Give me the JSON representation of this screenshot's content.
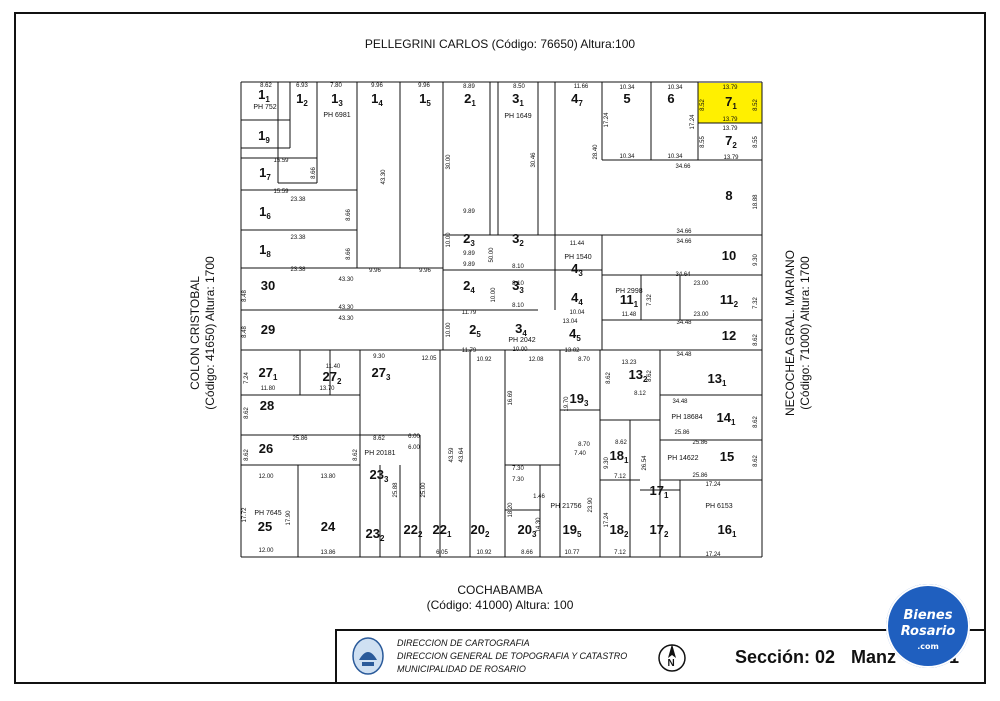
{
  "streets": {
    "top": "PELLEGRINI CARLOS (Código: 76650) Altura:100",
    "bottom_name": "COCHABAMBA",
    "bottom_code": "(Código: 41000) Altura: 100",
    "left_name": "COLON CRISTOBAL",
    "left_code": "(Código: 41650) Altura: 1700",
    "right_name": "NECOCHEA GRAL. MARIANO",
    "right_code": "(Código: 71000) Altura: 1700"
  },
  "footer": {
    "line1": "DIRECCION DE CARTOGRAFIA",
    "line2": "DIRECCION GENERAL DE TOPOGRAFIA Y CATASTRO",
    "line3": "MUNICIPALIDAD DE ROSARIO",
    "seccion": "Sección: 02",
    "manzana_label": "Manz",
    "manzana_value": "1"
  },
  "badge": {
    "line1": "Bienes",
    "line2": "Rosario",
    "line3": ".com"
  },
  "colors": {
    "highlight": "#fff000",
    "badge": "#1f5fbf",
    "line": "#111111"
  },
  "icons": {
    "seal": "municipal-seal-icon",
    "north": "north-arrow-icon"
  },
  "lots": [
    {
      "id": "l1_1",
      "num": "1",
      "sub": "1",
      "ph": "PH 752"
    },
    {
      "id": "l1_2",
      "num": "1",
      "sub": "2"
    },
    {
      "id": "l1_3",
      "num": "1",
      "sub": "3",
      "ph": "PH 6981"
    },
    {
      "id": "l1_4",
      "num": "1",
      "sub": "4"
    },
    {
      "id": "l1_5",
      "num": "1",
      "sub": "5"
    },
    {
      "id": "l2_1",
      "num": "2",
      "sub": "1"
    },
    {
      "id": "l3_1",
      "num": "3",
      "sub": "1",
      "ph": "PH 1649"
    },
    {
      "id": "l4_7",
      "num": "4",
      "sub": "7"
    },
    {
      "id": "l5",
      "num": "5",
      "sub": ""
    },
    {
      "id": "l6",
      "num": "6",
      "sub": ""
    },
    {
      "id": "l7_1",
      "num": "7",
      "sub": "1",
      "highlight": true
    },
    {
      "id": "l7_2",
      "num": "7",
      "sub": "2"
    },
    {
      "id": "l1_9",
      "num": "1",
      "sub": "9"
    },
    {
      "id": "l1_7",
      "num": "1",
      "sub": "7"
    },
    {
      "id": "l1_6",
      "num": "1",
      "sub": "6"
    },
    {
      "id": "l1_8",
      "num": "1",
      "sub": "8"
    },
    {
      "id": "l8",
      "num": "8",
      "sub": ""
    },
    {
      "id": "l10",
      "num": "10",
      "sub": ""
    },
    {
      "id": "l2_3",
      "num": "2",
      "sub": "3"
    },
    {
      "id": "l3_2",
      "num": "3",
      "sub": "2"
    },
    {
      "id": "l4_3",
      "num": "4",
      "sub": "3",
      "ph": "PH 1540"
    },
    {
      "id": "l2_4",
      "num": "2",
      "sub": "4"
    },
    {
      "id": "l3_3",
      "num": "3",
      "sub": "3"
    },
    {
      "id": "l4_4",
      "num": "4",
      "sub": "4"
    },
    {
      "id": "l11_1",
      "num": "11",
      "sub": "1",
      "ph": "PH 2998"
    },
    {
      "id": "l11_2",
      "num": "11",
      "sub": "2"
    },
    {
      "id": "l30",
      "num": "30",
      "sub": ""
    },
    {
      "id": "l29",
      "num": "29",
      "sub": ""
    },
    {
      "id": "l2_5",
      "num": "2",
      "sub": "5"
    },
    {
      "id": "l3_4",
      "num": "3",
      "sub": "4",
      "ph": "PH 2042"
    },
    {
      "id": "l4_5",
      "num": "4",
      "sub": "5"
    },
    {
      "id": "l12",
      "num": "12",
      "sub": ""
    },
    {
      "id": "l27_1",
      "num": "27",
      "sub": "1"
    },
    {
      "id": "l27_2",
      "num": "27",
      "sub": "2"
    },
    {
      "id": "l27_3",
      "num": "27",
      "sub": "3"
    },
    {
      "id": "l13_2",
      "num": "13",
      "sub": "2"
    },
    {
      "id": "l13_1",
      "num": "13",
      "sub": "1"
    },
    {
      "id": "l28",
      "num": "28",
      "sub": ""
    },
    {
      "id": "l19_3",
      "num": "19",
      "sub": "3"
    },
    {
      "id": "l14_1",
      "num": "14",
      "sub": "1",
      "ph": "PH 18684"
    },
    {
      "id": "l26",
      "num": "26",
      "sub": ""
    },
    {
      "id": "l23_3",
      "num": "23",
      "sub": "3",
      "ph": "PH 20181"
    },
    {
      "id": "l18_1",
      "num": "18",
      "sub": "1"
    },
    {
      "id": "l15",
      "num": "15",
      "sub": "",
      "ph": "PH 14622"
    },
    {
      "id": "l17_1",
      "num": "17",
      "sub": "1"
    },
    {
      "id": "l25",
      "num": "25",
      "sub": "",
      "ph": "PH 7645"
    },
    {
      "id": "l24",
      "num": "24",
      "sub": ""
    },
    {
      "id": "l23_2",
      "num": "23",
      "sub": "2"
    },
    {
      "id": "l22_2",
      "num": "22",
      "sub": "2"
    },
    {
      "id": "l22_1",
      "num": "22",
      "sub": "1"
    },
    {
      "id": "l20_2",
      "num": "20",
      "sub": "2"
    },
    {
      "id": "l20_3",
      "num": "20",
      "sub": "3"
    },
    {
      "id": "l19_5",
      "num": "19",
      "sub": "5",
      "ph": "PH 21756"
    },
    {
      "id": "l18_2",
      "num": "18",
      "sub": "2"
    },
    {
      "id": "l17_2",
      "num": "17",
      "sub": "2"
    },
    {
      "id": "l16_1",
      "num": "16",
      "sub": "1",
      "ph": "PH 6153"
    }
  ],
  "dims": [
    {
      "id": "d01",
      "t": "8.62"
    },
    {
      "id": "d02",
      "t": "6.93"
    },
    {
      "id": "d03",
      "t": "7.80"
    },
    {
      "id": "d04",
      "t": "9.96"
    },
    {
      "id": "d05",
      "t": "9.96"
    },
    {
      "id": "d06",
      "t": "8.89"
    },
    {
      "id": "d07",
      "t": "8.50"
    },
    {
      "id": "d08",
      "t": "11.66"
    },
    {
      "id": "d09",
      "t": "10.34"
    },
    {
      "id": "d10",
      "t": "10.34"
    },
    {
      "id": "d11",
      "t": "13.79"
    },
    {
      "id": "d12",
      "t": "13.79"
    },
    {
      "id": "d13",
      "t": "13.79"
    },
    {
      "id": "d14",
      "t": "13.79"
    },
    {
      "id": "d15",
      "t": "10.34"
    },
    {
      "id": "d16",
      "t": "10.34"
    },
    {
      "id": "d17",
      "t": "34.66"
    },
    {
      "id": "d18",
      "t": "15.59"
    },
    {
      "id": "d19",
      "t": "15.59"
    },
    {
      "id": "d20",
      "t": "23.38"
    },
    {
      "id": "d21",
      "t": "23.38"
    },
    {
      "id": "d22",
      "t": "23.38"
    },
    {
      "id": "d23",
      "t": "9.96"
    },
    {
      "id": "d24",
      "t": "9.96"
    },
    {
      "id": "d25",
      "t": "43.30"
    },
    {
      "id": "d26",
      "t": "43.30"
    },
    {
      "id": "d27",
      "t": "43.30"
    },
    {
      "id": "d28",
      "t": "34.66"
    },
    {
      "id": "d29",
      "t": "34.66"
    },
    {
      "id": "d30",
      "t": "34.64"
    },
    {
      "id": "d31",
      "t": "23.00"
    },
    {
      "id": "d32",
      "t": "23.00"
    },
    {
      "id": "d33",
      "t": "34.48"
    },
    {
      "id": "d34",
      "t": "34.48"
    },
    {
      "id": "d35",
      "t": "34.48"
    },
    {
      "id": "d36",
      "t": "25.86"
    },
    {
      "id": "d37",
      "t": "25.86"
    },
    {
      "id": "d38",
      "t": "25.86"
    },
    {
      "id": "d39",
      "t": "25.86"
    },
    {
      "id": "d40",
      "t": "17.24"
    },
    {
      "id": "d41",
      "t": "17.24"
    },
    {
      "id": "d42",
      "t": "12.00"
    },
    {
      "id": "d43",
      "t": "12.00"
    },
    {
      "id": "d44",
      "t": "13.80"
    },
    {
      "id": "d45",
      "t": "13.86"
    },
    {
      "id": "d46",
      "t": "10.92"
    },
    {
      "id": "d47",
      "t": "10.92"
    },
    {
      "id": "d48",
      "t": "12.05"
    },
    {
      "id": "d49",
      "t": "12.08"
    },
    {
      "id": "d50",
      "t": "10.77"
    },
    {
      "id": "d51",
      "t": "8.66"
    },
    {
      "id": "d52",
      "t": "7.12"
    },
    {
      "id": "d53",
      "t": "7.12"
    },
    {
      "id": "d54",
      "t": "6.05"
    },
    {
      "id": "d55",
      "t": "8.70"
    },
    {
      "id": "d56",
      "t": "8.70"
    },
    {
      "id": "d57",
      "t": "13.23"
    },
    {
      "id": "d58",
      "t": "11.40"
    },
    {
      "id": "d59",
      "t": "9.30"
    },
    {
      "id": "d60",
      "t": "13.70"
    },
    {
      "id": "d61",
      "t": "11.80"
    },
    {
      "id": "d62",
      "t": "10.04"
    },
    {
      "id": "d63",
      "t": "13.04"
    },
    {
      "id": "d64",
      "t": "13.02"
    },
    {
      "id": "d65",
      "t": "11.79"
    },
    {
      "id": "d66",
      "t": "11.79"
    },
    {
      "id": "d67",
      "t": "10.00"
    },
    {
      "id": "d68",
      "t": "8.10"
    },
    {
      "id": "d69",
      "t": "8.10"
    },
    {
      "id": "d70",
      "t": "8.10"
    },
    {
      "id": "d71",
      "t": "9.89"
    },
    {
      "id": "d72",
      "t": "9.89"
    },
    {
      "id": "d73",
      "t": "9.89"
    },
    {
      "id": "d74",
      "t": "11.44"
    },
    {
      "id": "d75",
      "t": "11.48"
    },
    {
      "id": "d76",
      "t": "8.62"
    },
    {
      "id": "d77",
      "t": "8.62"
    },
    {
      "id": "d78",
      "t": "6.00"
    },
    {
      "id": "d79",
      "t": "6.00"
    },
    {
      "id": "d80",
      "t": "7.30"
    },
    {
      "id": "d81",
      "t": "7.30"
    },
    {
      "id": "d82",
      "t": "1.46"
    },
    {
      "id": "d83",
      "t": "7.40"
    },
    {
      "id": "d84",
      "t": "8.12"
    },
    {
      "id": "d85",
      "t": "14.30"
    },
    {
      "id": "d86",
      "t": "43.30"
    },
    {
      "id": "d87",
      "t": "30.46"
    },
    {
      "id": "d88",
      "t": "28.40"
    },
    {
      "id": "d89",
      "t": "17.24"
    },
    {
      "id": "d90",
      "t": "17.24"
    },
    {
      "id": "d91",
      "t": "8.66"
    },
    {
      "id": "d92",
      "t": "8.66"
    },
    {
      "id": "d93",
      "t": "8.66"
    },
    {
      "id": "d94",
      "t": "8.48"
    },
    {
      "id": "d95",
      "t": "8.48"
    },
    {
      "id": "d96",
      "t": "17.72"
    },
    {
      "id": "d97",
      "t": "17.90"
    },
    {
      "id": "d98",
      "t": "25.88"
    },
    {
      "id": "d99",
      "t": "25.00"
    },
    {
      "id": "d100",
      "t": "43.59"
    },
    {
      "id": "d101",
      "t": "43.64"
    },
    {
      "id": "d102",
      "t": "16.69"
    },
    {
      "id": "d103",
      "t": "19.70"
    },
    {
      "id": "d104",
      "t": "18.20"
    },
    {
      "id": "d105",
      "t": "23.90"
    },
    {
      "id": "d106",
      "t": "8.62"
    },
    {
      "id": "d107",
      "t": "8.62"
    },
    {
      "id": "d108",
      "t": "9.30"
    },
    {
      "id": "d109",
      "t": "26.54"
    },
    {
      "id": "d110",
      "t": "17.24"
    },
    {
      "id": "d111",
      "t": "7.24"
    },
    {
      "id": "d112",
      "t": "8.62"
    },
    {
      "id": "d113",
      "t": "8.62"
    },
    {
      "id": "d114",
      "t": "8.52"
    },
    {
      "id": "d115",
      "t": "8.52"
    },
    {
      "id": "d116",
      "t": "8.55"
    },
    {
      "id": "d117",
      "t": "8.55"
    },
    {
      "id": "d118",
      "t": "18.88"
    },
    {
      "id": "d119",
      "t": "9.30"
    },
    {
      "id": "d120",
      "t": "7.32"
    },
    {
      "id": "d121",
      "t": "7.32"
    },
    {
      "id": "d122",
      "t": "8.62"
    },
    {
      "id": "d123",
      "t": "8.62"
    },
    {
      "id": "d124",
      "t": "8.62"
    },
    {
      "id": "d125",
      "t": "8.62"
    },
    {
      "id": "d126",
      "t": "30.00"
    },
    {
      "id": "d127",
      "t": "50.00"
    },
    {
      "id": "d128",
      "t": "10.00"
    },
    {
      "id": "d129",
      "t": "10.00"
    },
    {
      "id": "d130",
      "t": "10.00"
    }
  ]
}
